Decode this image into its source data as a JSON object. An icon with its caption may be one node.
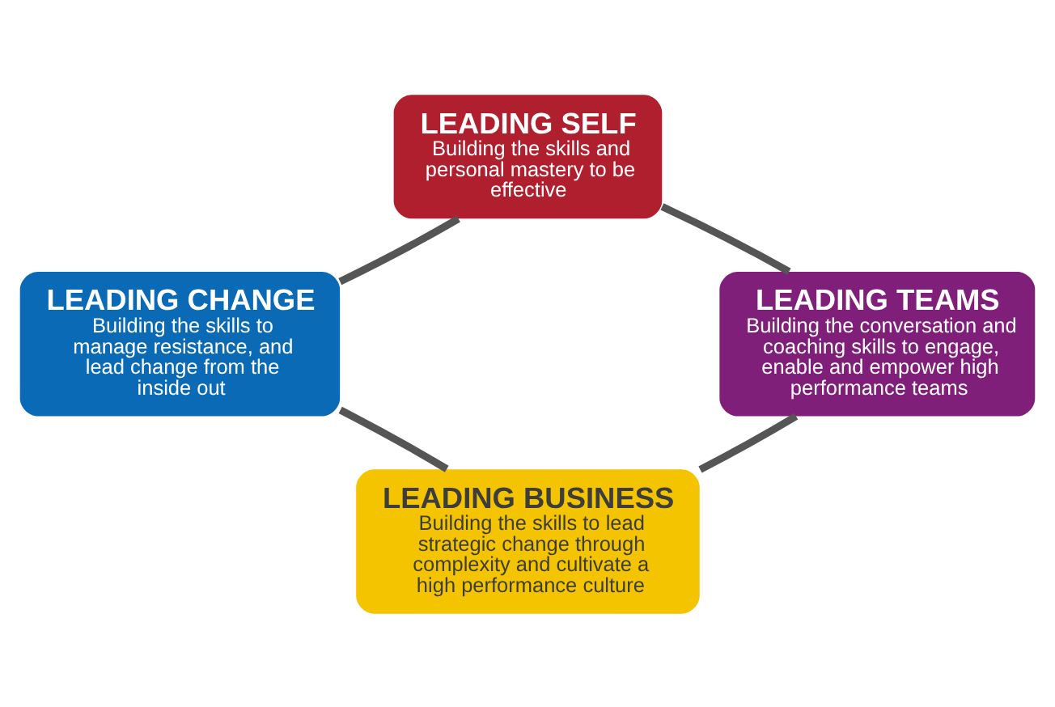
{
  "diagram": {
    "nodes": [
      {
        "text": [
          "LEADING SELF",
          "Building the skills and personal mastery to be effective"
        ]
      },
      {
        "text": [
          "LEADING TEAMS",
          "Building the conversation and coaching skills to engage, enable and empower high performance teams"
        ]
      },
      {
        "text": [
          "LEADING BUSINESS",
          "Building the skills to lead strategic change through complexity and cultivate a high performance culture"
        ]
      },
      {
        "text": [
          "LEADING CHANGE",
          "Building the skills to manage resistance, and lead change from the inside out"
        ]
      }
    ],
    "edges": [
      {
        "from": 0,
        "to": 1,
        "arrow": "none"
      },
      {
        "from": 1,
        "to": 2,
        "arrow": "none"
      },
      {
        "from": 2,
        "to": 3,
        "arrow": "none"
      },
      {
        "from": 3,
        "to": 0,
        "arrow": "none"
      }
    ]
  }
}
